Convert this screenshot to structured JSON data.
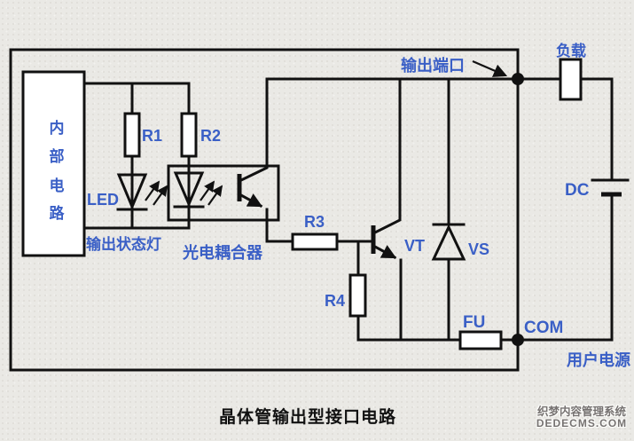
{
  "title": "晶体管输出型接口电路",
  "watermark": {
    "line1": "织梦内容管理系统",
    "line2": "DEDECMS.COM"
  },
  "labels": {
    "internal_circuit": "内部电路",
    "led": "LED",
    "r1": "R1",
    "r2": "R2",
    "r3": "R3",
    "r4": "R4",
    "status_light": "输出状态灯",
    "optocoupler": "光电耦合器",
    "vt": "VT",
    "vs": "VS",
    "fu": "FU",
    "output_port": "输出端口",
    "load": "负载",
    "dc": "DC",
    "com": "COM",
    "user_power": "用户电源"
  },
  "colors": {
    "label_blue": "#3a5fc6",
    "wire_black": "#111111",
    "background": "#eae9e5",
    "watermark_gray": "#767271"
  }
}
